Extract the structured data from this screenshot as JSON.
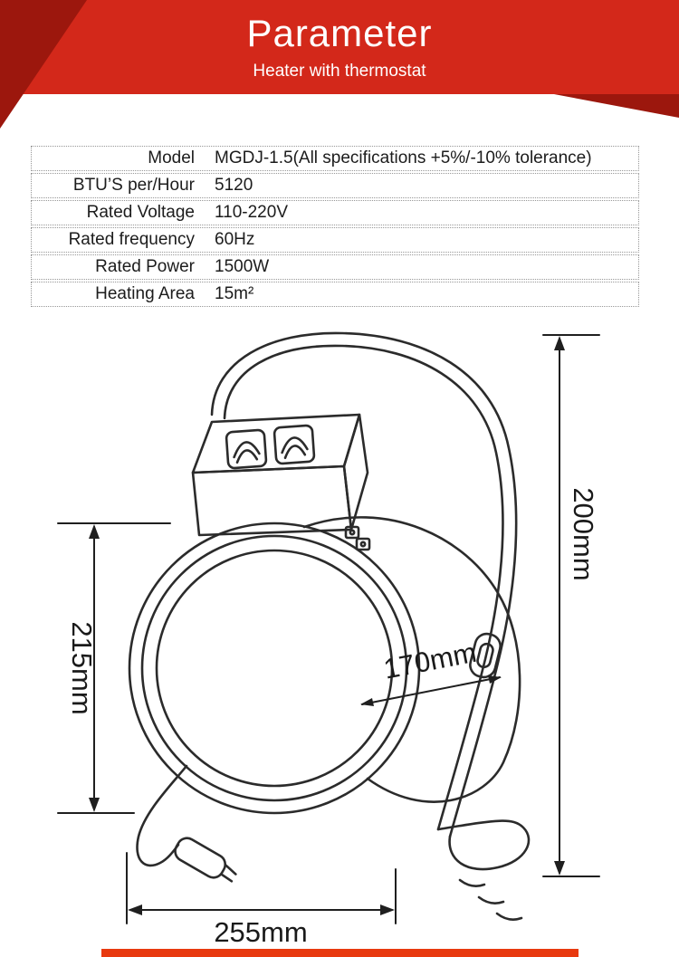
{
  "header": {
    "title": "Parameter",
    "subtitle": "Heater with thermostat"
  },
  "specs": {
    "rows": [
      {
        "label": "Model",
        "value": "MGDJ-1.5(All specifications +5%/-10% tolerance)"
      },
      {
        "label": "BTU’S per/Hour",
        "value": "5120"
      },
      {
        "label": "Rated Voltage",
        "value": "110-220V"
      },
      {
        "label": "Rated frequency",
        "value": "60Hz"
      },
      {
        "label": "Rated Power",
        "value": "1500W"
      },
      {
        "label": "Heating Area",
        "value": "15m²"
      }
    ]
  },
  "diagram": {
    "dims": {
      "overall_height": "200mm",
      "front_diameter": "215mm",
      "inner_diameter": "170mm",
      "base_width": "255mm"
    }
  },
  "colors": {
    "banner": "#d3281a",
    "banner_dark": "#9c170d",
    "bottom_bar": "#e8390f"
  }
}
